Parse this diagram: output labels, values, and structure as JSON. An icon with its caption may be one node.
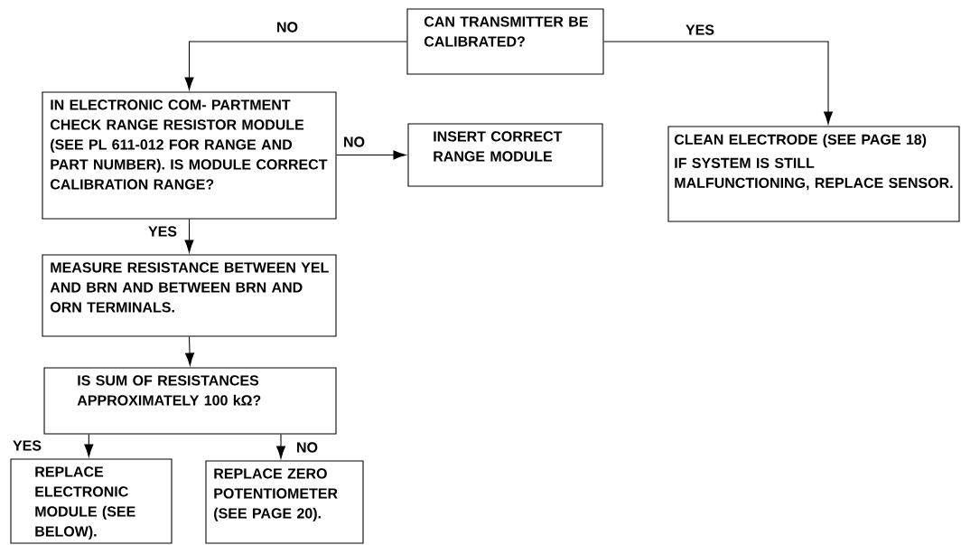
{
  "diagram": {
    "nodes": [
      {
        "text": [
          "CAN TRANSMITTER BE CALIBRATED?"
        ]
      },
      {
        "text": [
          "IN ELECTRONIC COM- PARTMENT CHECK RANGE RESISTOR MODULE (SEE PL 611-012 FOR RANGE AND PART NUMBER). IS MODULE CORRECT CALIBRATION RANGE?"
        ]
      },
      {
        "text": [
          "INSERT CORRECT RANGE MODULE"
        ]
      },
      {
        "text": [
          "CLEAN ELECTRODE (SEE PAGE 18)",
          "IF SYSTEM IS STILL MALFUNCTIONING, REPLACE SENSOR."
        ]
      },
      {
        "text": [
          "MEASURE RESISTANCE BETWEEN YEL AND BRN AND BETWEEN BRN AND ORN TERMINALS."
        ]
      },
      {
        "text": [
          "IS SUM OF RESISTANCES APPROXIMATELY 100 kΩ?"
        ]
      },
      {
        "text": [
          "REPLACE ELECTRONIC MODULE (SEE BELOW)."
        ]
      },
      {
        "text": [
          "REPLACE ZERO POTENTIOMETER (SEE PAGE 20)."
        ]
      }
    ],
    "edges": [
      {
        "from": 0,
        "to": 1,
        "arrow": "to",
        "label": "NO"
      },
      {
        "from": 0,
        "to": 3,
        "arrow": "to",
        "label": "YES"
      },
      {
        "from": 1,
        "to": 2,
        "arrow": "to",
        "label": "NO"
      },
      {
        "from": 1,
        "to": 4,
        "arrow": "to",
        "label": "YES"
      },
      {
        "from": 4,
        "to": 5,
        "arrow": "to"
      },
      {
        "from": 5,
        "to": 6,
        "arrow": "to",
        "label": "YES"
      },
      {
        "from": 5,
        "to": 7,
        "arrow": "to",
        "label": "NO"
      }
    ]
  }
}
